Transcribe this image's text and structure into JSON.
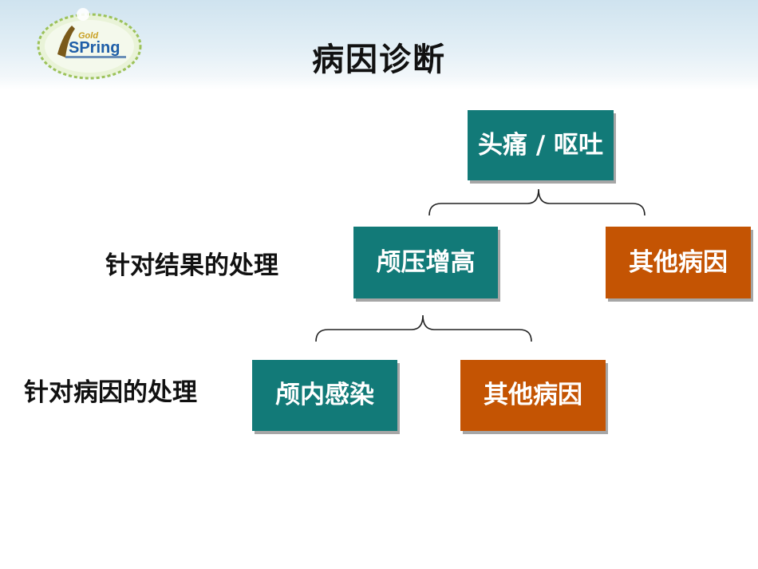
{
  "slide": {
    "title": "病因诊断",
    "logo": {
      "icon": "gold-spring-logo",
      "small_text": "Gold",
      "brand_text": "SPring"
    }
  },
  "diagram": {
    "root": {
      "label": "头痛 / 呕吐",
      "color": "#127a78"
    },
    "level1": [
      {
        "label": "颅压增高",
        "color": "#127a78"
      },
      {
        "label": "其他病因",
        "color": "#c45403"
      }
    ],
    "level2": [
      {
        "label": "颅内感染",
        "color": "#127a78"
      },
      {
        "label": "其他病因",
        "color": "#c45403"
      }
    ],
    "row_labels": {
      "level1": "针对结果的处理",
      "level2": "针对病因的处理"
    }
  },
  "colors": {
    "teal": "#127a78",
    "orange": "#c45403",
    "header_band": "#d6e8f2"
  }
}
